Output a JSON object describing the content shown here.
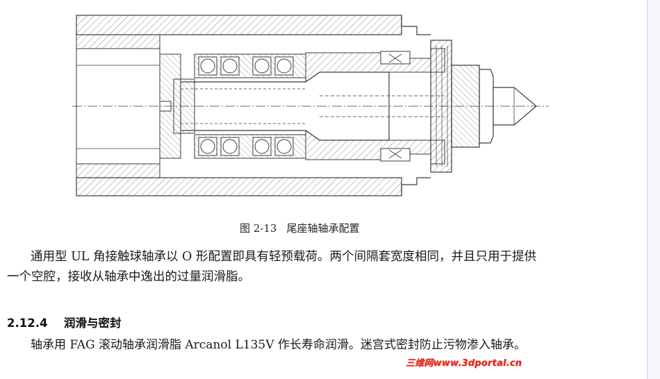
{
  "figure": {
    "caption_number": "图 2-13",
    "caption_text": "尾座轴轴承配置"
  },
  "paragraph": {
    "line1": "通用型 UL 角接触球轴承以 O 形配置即具有轻预载荷。两个间隔套宽度相同，并且只用于提供",
    "line2": "一个空腔，接收从轴承中逸出的过量润滑脂。"
  },
  "section": {
    "number": "2.12.4",
    "title": "润滑与密封",
    "body": "轴承用 FAG 滚动轴承润滑脂 Arcanol L135V 作长寿命润滑。迷宫式密封防止污物渗入轴承。"
  },
  "watermark": {
    "text": "三维网www.3dportal.cn"
  },
  "colors": {
    "line": "#3a3a3a",
    "hatch": "#8a8a8a",
    "watermark": "#e0201a"
  }
}
